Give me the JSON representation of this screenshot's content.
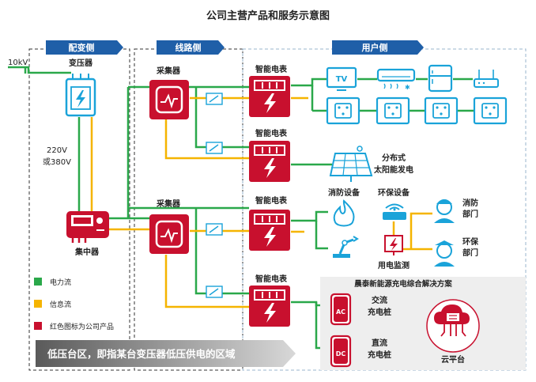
{
  "title": "公司主营产品和服务示意图",
  "sections": {
    "substation": "配变侧",
    "line": "线路侧",
    "user": "用户侧"
  },
  "labels": {
    "voltage_in": "10kV",
    "transformer": "变压器",
    "voltage_out_1": "220V",
    "voltage_out_2": "或380V",
    "concentrator": "集中器",
    "collector_1": "采集器",
    "collector_2": "采集器",
    "meter_1": "智能电表",
    "meter_2": "智能电表",
    "meter_3": "智能电表",
    "meter_4": "智能电表",
    "tv": "TV",
    "solar_1": "分布式",
    "solar_2": "太阳能发电",
    "fire_equipment": "消防设备",
    "env_equipment": "环保设备",
    "fire_dept_1": "消防",
    "fire_dept_2": "部门",
    "env_dept_1": "环保",
    "env_dept_2": "部门",
    "power_monitor": "用电监测",
    "ev_solution": "晨泰新能源充电综合解决方案",
    "ac_icon": "AC",
    "dc_icon": "DC",
    "ac_pile_1": "交流",
    "ac_pile_2": "充电桩",
    "dc_pile_1": "直流",
    "dc_pile_2": "充电桩",
    "cloud": "云平台"
  },
  "legend": {
    "power": "电力流",
    "info": "信息流",
    "red": "红色图标为公司产品"
  },
  "banner": "低压台区，即指某台变压器低压供电的区域",
  "colors": {
    "power_line": "#2aa84a",
    "info_line": "#f5b400",
    "product_red": "#c8102e",
    "device_blue": "#1aa3d9",
    "header_blue": "#1f5fa8"
  }
}
